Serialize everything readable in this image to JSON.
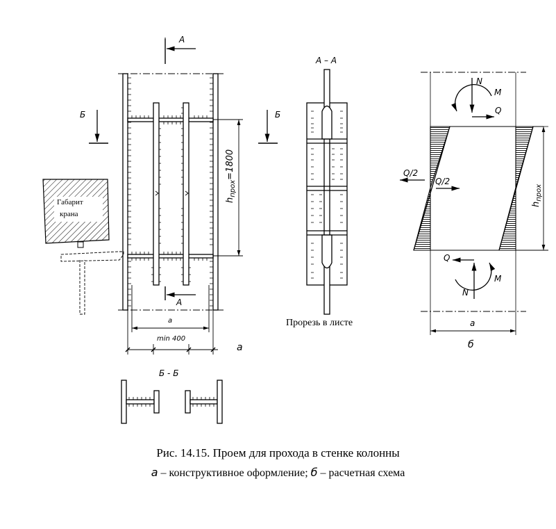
{
  "drawing_a": {
    "section_a_top": "A",
    "section_a_bottom": "A",
    "section_b_left": "Б",
    "section_b_right": "Б",
    "crane_label_line1": "Габарит",
    "crane_label_line2": "крана",
    "height_dim": "h",
    "height_dim_sub": "прох",
    "height_dim_value": "=1800",
    "width_dim": "a",
    "min_dim": "min 400",
    "view_letter": "a"
  },
  "section_aa": {
    "title": "A – A",
    "caption": "Прорезь в листе"
  },
  "section_bb": {
    "title": "Б - Б"
  },
  "scheme_b": {
    "force_N_top": "N",
    "moment_M_top": "M",
    "shear_Q_top": "Q",
    "shear_Q2_left": "Q/2",
    "shear_Q2_right": "Q/2",
    "height_dim": "h",
    "height_dim_sub": "прох",
    "force_N_bottom": "N",
    "moment_M_bottom": "M",
    "shear_Q_bottom": "Q",
    "width_dim": "a",
    "view_letter": "б"
  },
  "caption": {
    "line1": "Рис. 14.15.  Проем для прохода в стенке колонны",
    "line2_a_letter": "а",
    "line2_a_text": " – конструктивное оформление;  ",
    "line2_b_letter": "б",
    "line2_b_text": " – расчетная схема"
  }
}
